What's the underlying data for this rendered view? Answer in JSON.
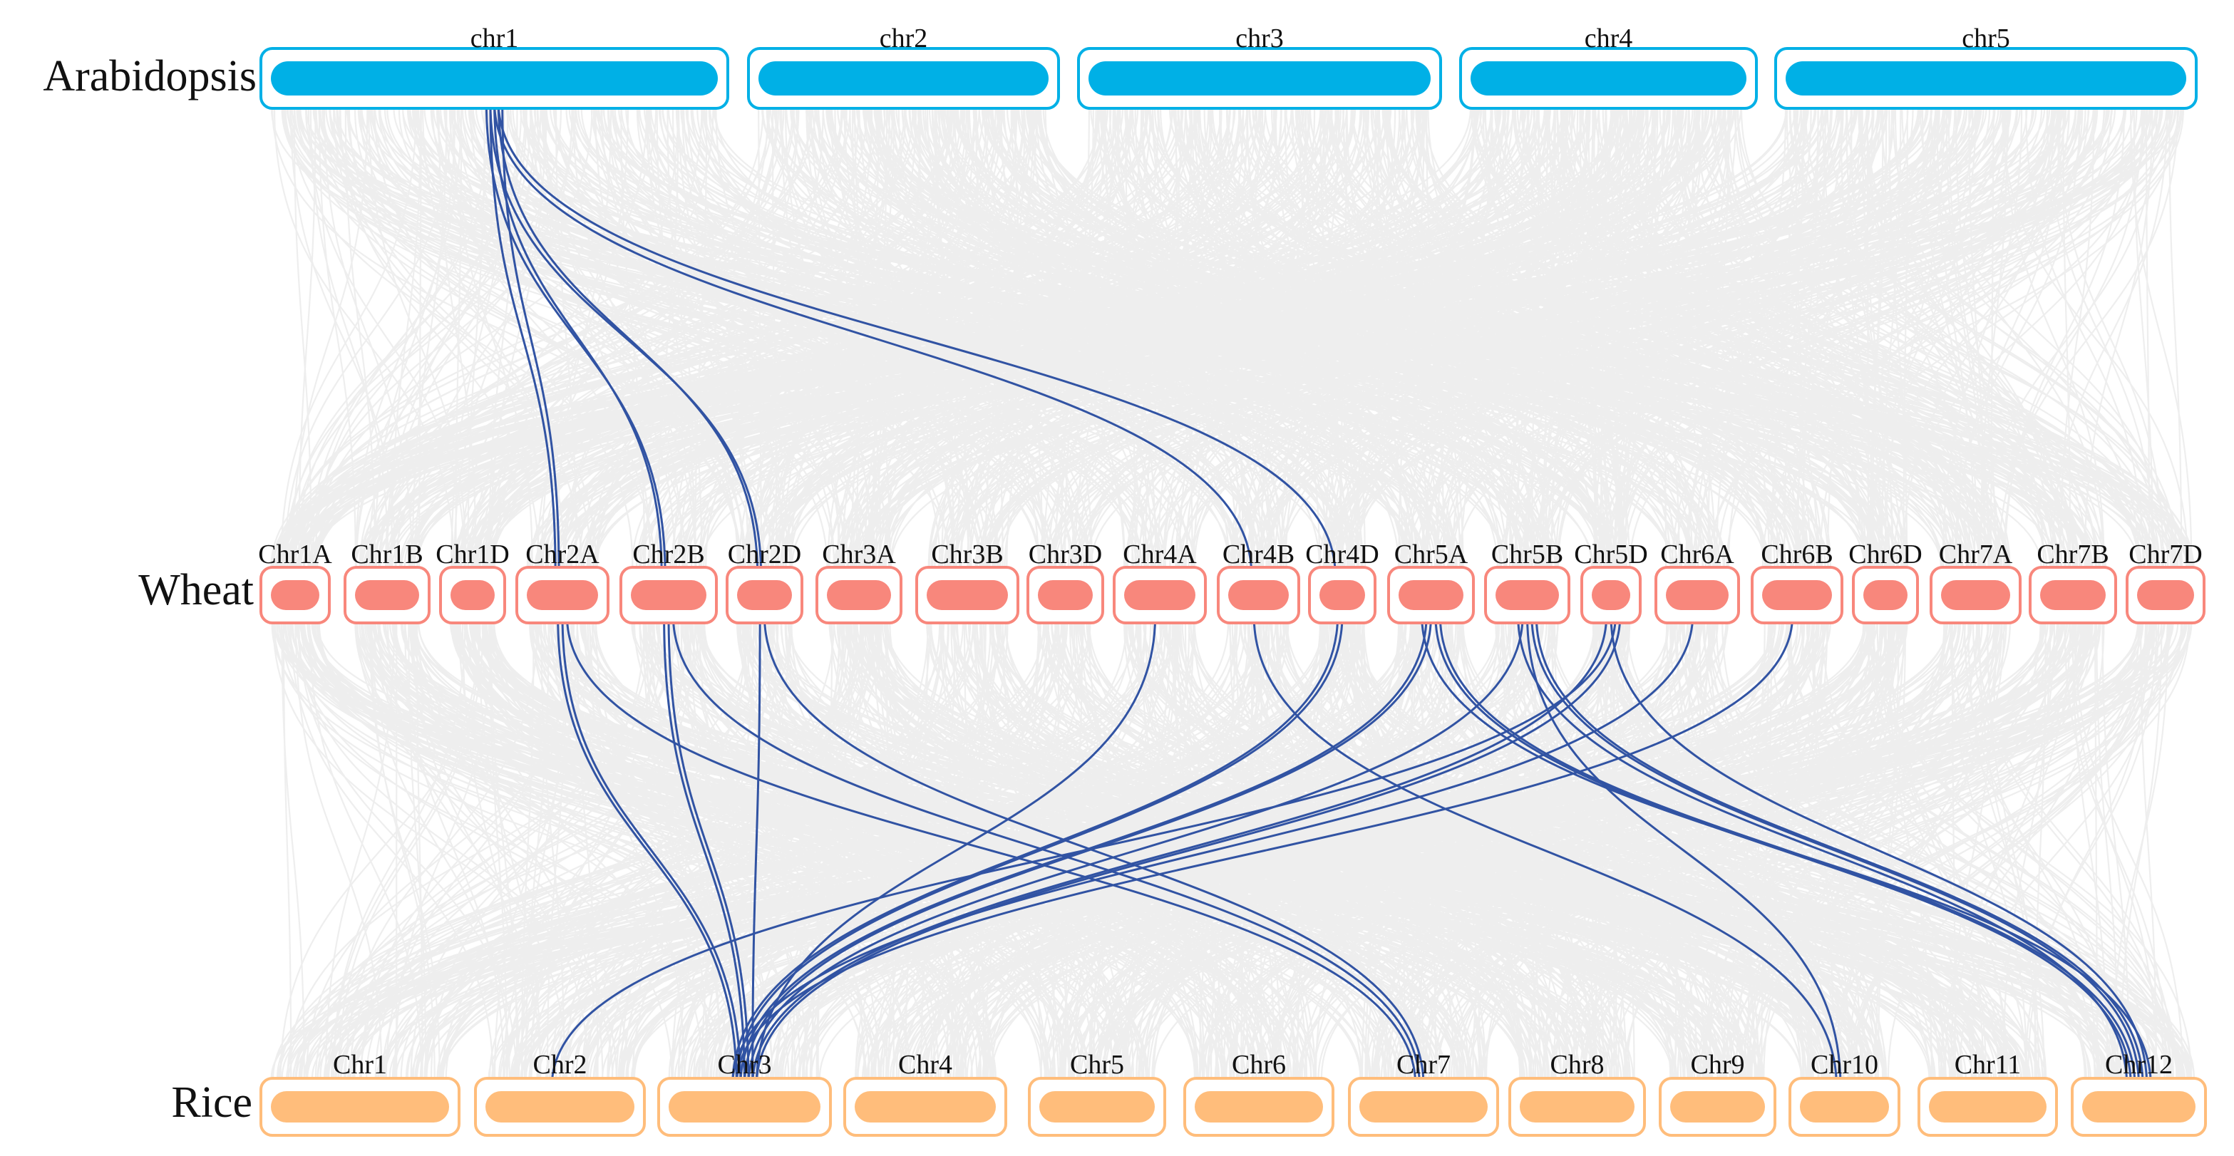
{
  "species": [
    {
      "name": "Arabidopsis",
      "color": "#00b0e6",
      "chromosomes": [
        "chr1",
        "chr2",
        "chr3",
        "chr4",
        "chr5"
      ]
    },
    {
      "name": "Wheat",
      "color": "#f8877c",
      "chromosomes": [
        "Chr1A",
        "Chr1B",
        "Chr1D",
        "Chr2A",
        "Chr2B",
        "Chr2D",
        "Chr3A",
        "Chr3B",
        "Chr3D",
        "Chr4A",
        "Chr4B",
        "Chr4D",
        "Chr5A",
        "Chr5B",
        "Chr5D",
        "Chr6A",
        "Chr6B",
        "Chr6D",
        "Chr7A",
        "Chr7B",
        "Chr7D"
      ]
    },
    {
      "name": "Rice",
      "color": "#ffbd7b",
      "chromosomes": [
        "Chr1",
        "Chr2",
        "Chr3",
        "Chr4",
        "Chr5",
        "Chr6",
        "Chr7",
        "Chr8",
        "Chr9",
        "Chr10",
        "Chr11",
        "Chr12"
      ]
    }
  ],
  "colors": {
    "highlight_link": "#3153a3",
    "background_link": "#e8e8e8"
  },
  "highlight_links": {
    "upper": [
      [
        "chr1",
        "Chr2A"
      ],
      [
        "chr1",
        "Chr2B"
      ],
      [
        "chr1",
        "Chr2D"
      ],
      [
        "chr1",
        "Chr2A"
      ],
      [
        "chr1",
        "Chr2B"
      ],
      [
        "chr1",
        "Chr2D"
      ],
      [
        "chr1",
        "Chr4B"
      ],
      [
        "chr1",
        "Chr4D"
      ]
    ],
    "lower": [
      [
        "Chr2A",
        "Chr3"
      ],
      [
        "Chr2A",
        "Chr3"
      ],
      [
        "Chr2A",
        "Chr7"
      ],
      [
        "Chr2B",
        "Chr3"
      ],
      [
        "Chr2B",
        "Chr3"
      ],
      [
        "Chr2B",
        "Chr7"
      ],
      [
        "Chr2D",
        "Chr3"
      ],
      [
        "Chr2D",
        "Chr7"
      ],
      [
        "Chr4A",
        "Chr3"
      ],
      [
        "Chr4B",
        "Chr10"
      ],
      [
        "Chr4D",
        "Chr3"
      ],
      [
        "Chr4D",
        "Chr3"
      ],
      [
        "Chr5A",
        "Chr3"
      ],
      [
        "Chr5A",
        "Chr3"
      ],
      [
        "Chr5A",
        "Chr12"
      ],
      [
        "Chr5A",
        "Chr12"
      ],
      [
        "Chr5B",
        "Chr3"
      ],
      [
        "Chr5B",
        "Chr10"
      ],
      [
        "Chr5B",
        "Chr12"
      ],
      [
        "Chr5B",
        "Chr12"
      ],
      [
        "Chr5D",
        "Chr3"
      ],
      [
        "Chr5D",
        "Chr12"
      ],
      [
        "Chr5D",
        "Chr2"
      ],
      [
        "Chr5D",
        "Chr3"
      ],
      [
        "Chr6A",
        "Chr3"
      ],
      [
        "Chr6B",
        "Chr3"
      ],
      [
        "Chr5A",
        "Chr12"
      ],
      [
        "Chr5B",
        "Chr12"
      ]
    ]
  }
}
